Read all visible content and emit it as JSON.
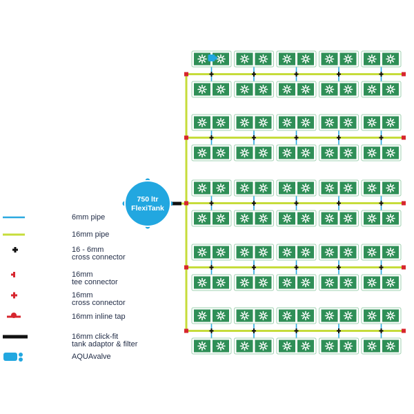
{
  "tank": {
    "label_line1": "750 ltr",
    "label_line2": "FlexiTank"
  },
  "legend": [
    {
      "symbol": "blue-line-symbol",
      "text": [
        "6mm pipe"
      ]
    },
    {
      "symbol": "green-line-symbol",
      "text": [
        "16mm pipe"
      ]
    },
    {
      "symbol": "black-cross-symbol",
      "text": [
        "16 - 6mm",
        "cross connector"
      ]
    },
    {
      "symbol": "red-tee-symbol",
      "text": [
        "16mm",
        "tee connector"
      ]
    },
    {
      "symbol": "red-cross-symbol",
      "text": [
        "16mm",
        "cross connector"
      ]
    },
    {
      "symbol": "red-tap-symbol",
      "text": [
        "16mm inline tap"
      ]
    },
    {
      "symbol": "black-bar-symbol",
      "text": [
        "16mm click-fit",
        "tank adaptor & filter"
      ]
    },
    {
      "symbol": "aquavalve-symbol",
      "text": [
        "AQUAvalve"
      ]
    }
  ],
  "colors": {
    "pipe_6mm": "#2aa9e0",
    "pipe_16mm": "#c6dc3a",
    "tray_green": "#2f8f57",
    "tray_border": "#9fd0b0",
    "tank_blue": "#22a7e0",
    "tee_red": "#d7262e",
    "connector_black": "#111111",
    "legend_text": "#1f2a44"
  },
  "layout": {
    "tray_rows": 10,
    "tray_cols": 5,
    "plants_per_tray": 2,
    "pipe_rows_between_tray_rows": [
      [
        0,
        1
      ],
      [
        2,
        3
      ],
      [
        4,
        5
      ],
      [
        6,
        7
      ],
      [
        8,
        9
      ]
    ]
  }
}
